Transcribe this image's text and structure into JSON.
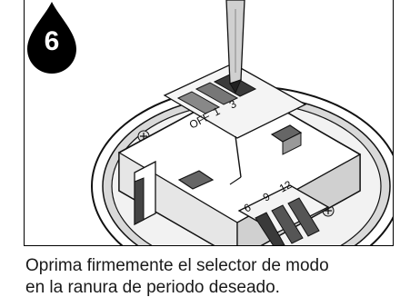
{
  "step": {
    "number": "6"
  },
  "illustration": {
    "mode_labels": [
      "OFF",
      "1",
      "3"
    ],
    "period_labels": [
      "6",
      "9",
      "12"
    ]
  },
  "caption": {
    "line1": "Oprima firmemente el selector de modo",
    "line2": "en la ranura de periodo deseado."
  }
}
